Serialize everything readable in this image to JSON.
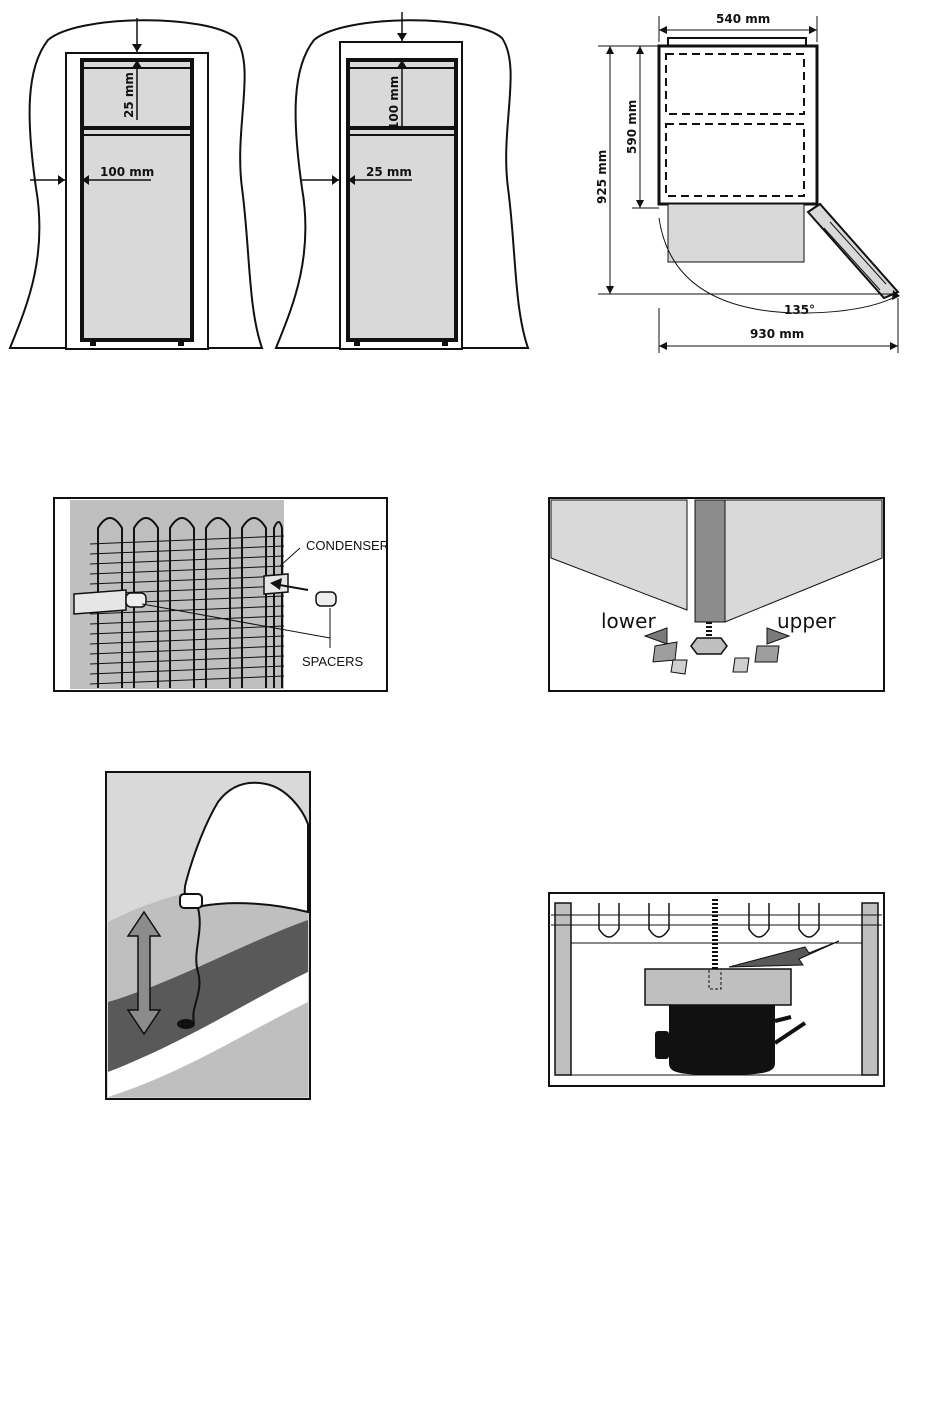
{
  "figures": {
    "clearance_left": {
      "top_gap": "25 mm",
      "side_gap": "100 mm"
    },
    "clearance_right": {
      "top_gap": "100 mm",
      "side_gap": "25 mm"
    },
    "dimensions": {
      "width": "540 mm",
      "height_total": "925 mm",
      "height_upper": "590 mm",
      "door_angle": "135°",
      "depth_open": "930 mm"
    },
    "condenser": {
      "condenser_label": "CONDENSER",
      "spacers_label": "SPACERS"
    },
    "leveling_feet": {
      "lower_label": "lower",
      "upper_label": "upper"
    },
    "drain_hole": {},
    "compressor": {}
  },
  "colors": {
    "line": "#111111",
    "cabinet_fill": "#d9d9d9",
    "panel_fill": "#bfbfbf",
    "dark": "#595959"
  }
}
